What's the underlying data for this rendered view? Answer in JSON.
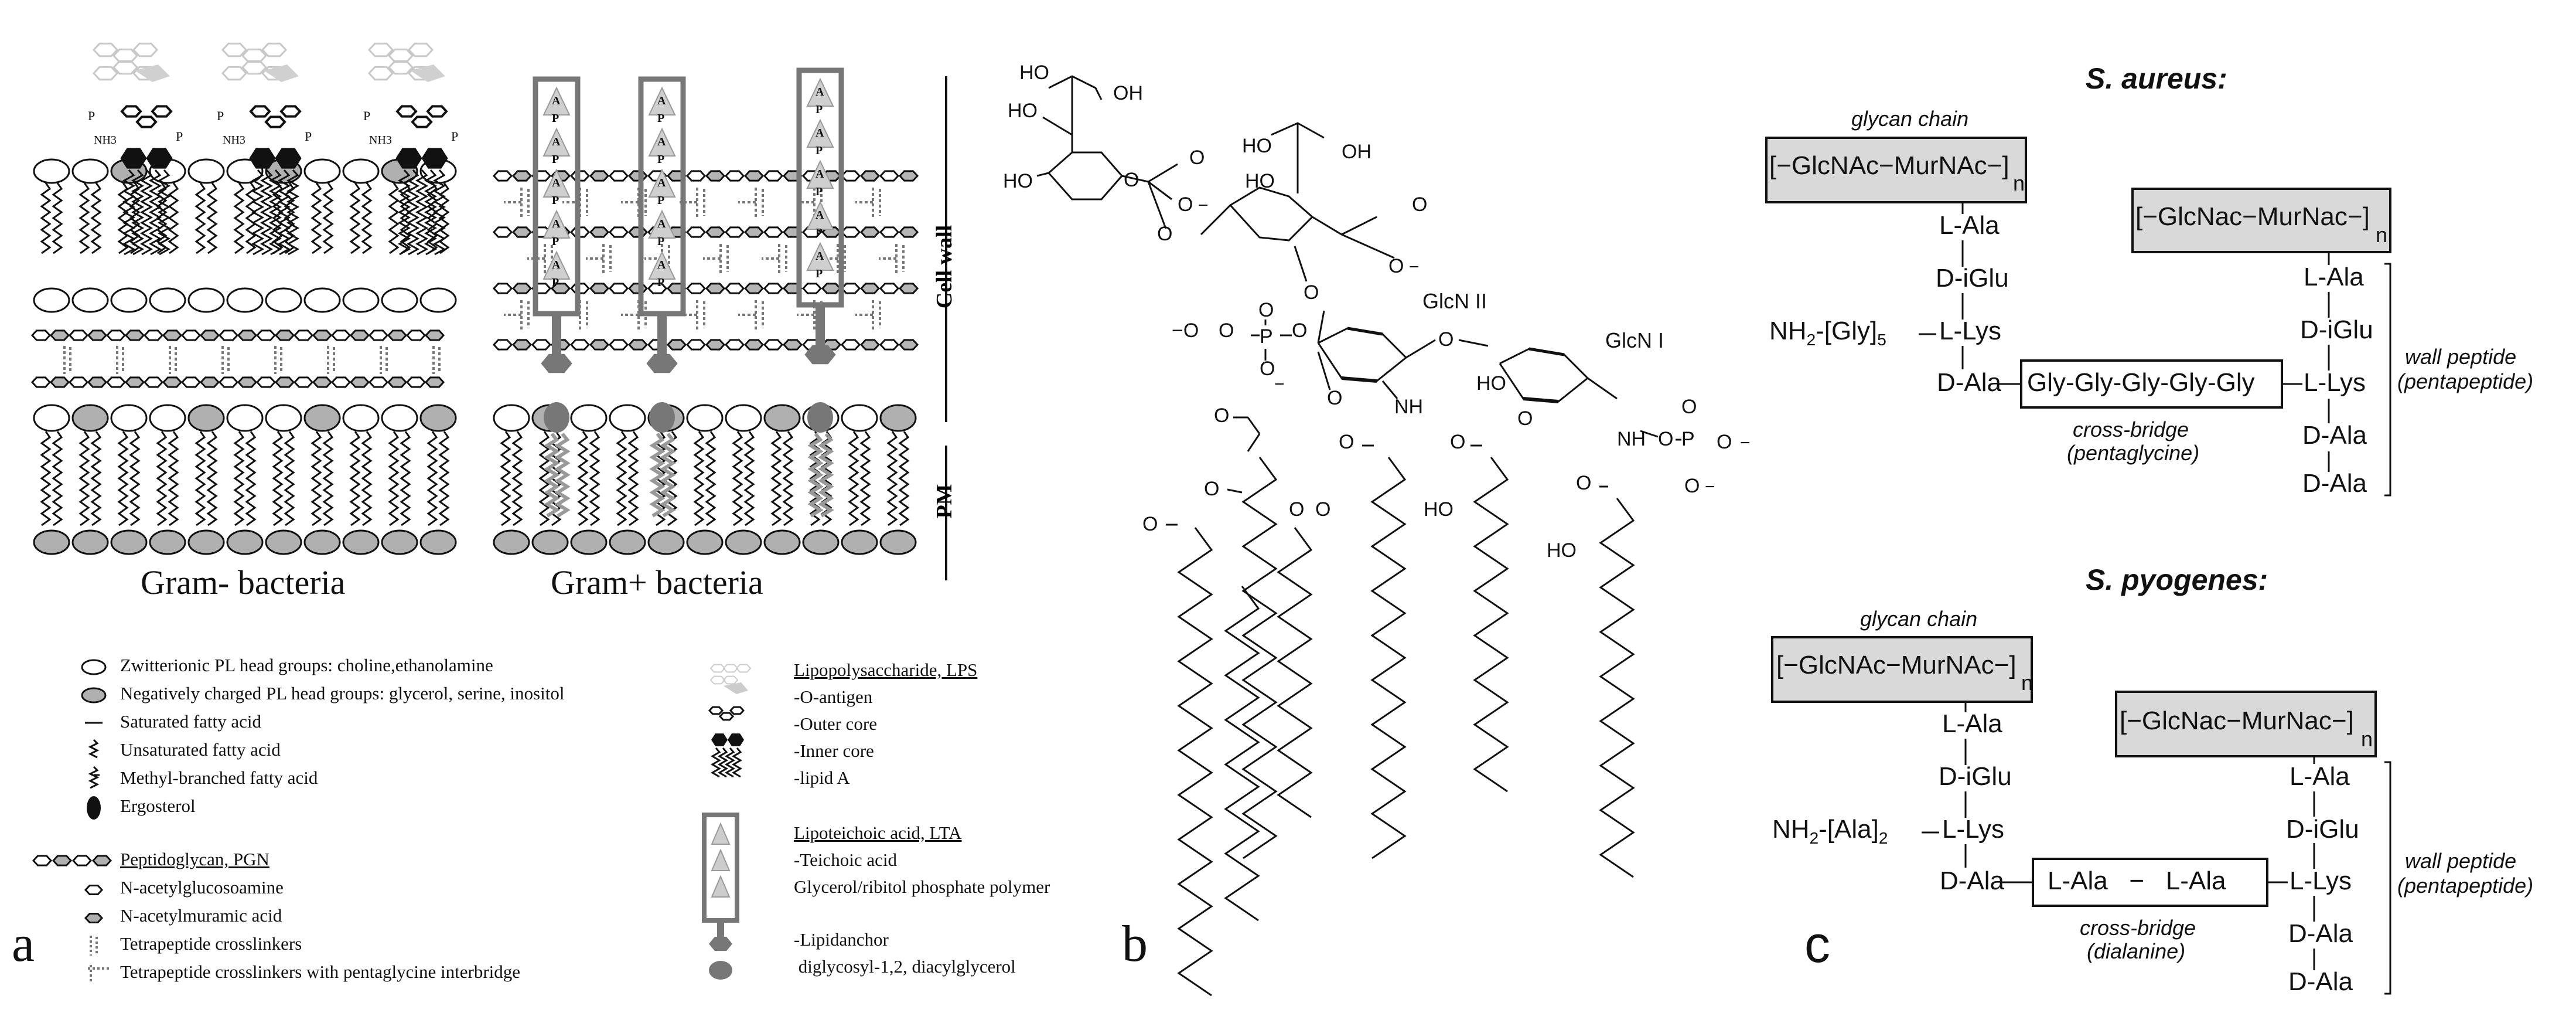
{
  "panel_a": {
    "letter": "a",
    "gram_negative_label": "Gram- bacteria",
    "gram_positive_label": "Gram+ bacteria",
    "cell_wall_label": "Cell wall",
    "pm_label": "PM",
    "head_labels": [
      "P",
      "P",
      "P",
      "NH3"
    ],
    "legend_left": [
      {
        "icon": "white-oval-icon",
        "text": "Zwitterionic PL head groups: choline,ethanolamine"
      },
      {
        "icon": "grey-oval-icon",
        "text": "Negatively charged PL head groups: glycerol, serine, inositol"
      },
      {
        "icon": "straight-chain-icon",
        "text": "Saturated fatty acid"
      },
      {
        "icon": "kinked-chain-icon",
        "text": "Unsaturated fatty acid"
      },
      {
        "icon": "branched-chain-icon",
        "text": "Methyl-branched fatty acid"
      },
      {
        "icon": "black-ellipse-icon",
        "text": "Ergosterol"
      }
    ],
    "legend_pgn": [
      {
        "icon": "hexagon-chain-icon",
        "text": "Peptidoglycan, PGN",
        "underline": true
      },
      {
        "icon": "white-hexagon-icon",
        "text": "N-acetylglucosoamine"
      },
      {
        "icon": "grey-hexagon-icon",
        "text": "N-acetylmuramic acid"
      },
      {
        "icon": "crosslinker-icon",
        "text": "Tetrapeptide crosslinkers"
      },
      {
        "icon": "interbridge-icon",
        "text": "Tetrapeptide crosslinkers with pentaglycine interbridge"
      }
    ],
    "legend_lps": {
      "title": "Lipopolysaccharide, LPS",
      "items": [
        "-O-antigen",
        "-Outer core",
        "-Inner core",
        "-lipid A"
      ]
    },
    "legend_lta": {
      "title": "Lipoteichoic acid, LTA",
      "items": [
        "-Teichoic acid",
        "Glycerol/ribitol phosphate polymer"
      ],
      "anchor_items": [
        "-Lipidanchor",
        " diglycosyl-1,2, diacylglycerol"
      ]
    },
    "lta_letters": [
      "A",
      "P",
      "A",
      "P"
    ]
  },
  "panel_b": {
    "letter": "b",
    "labels": {
      "glcn2": "GlcN II",
      "glcn1": "GlcN I",
      "nh": "NH",
      "ho": "HO",
      "oh": "OH",
      "o": "O",
      "p": "P",
      "minus": "−"
    }
  },
  "panel_c": {
    "letter": "c",
    "aureus": {
      "title": "S. aureus:",
      "glycan_label": "glycan chain",
      "chain1": "[−GlcNAc−MurNAc−]",
      "chain2": "[−GlcNac−MurNac−]",
      "n": "n",
      "left_stem": [
        "L-Ala",
        "D-iGlu",
        "L-Lys",
        "D-Ala"
      ],
      "right_stem": [
        "L-Ala",
        "D-iGlu",
        "L-Lys",
        "D-Ala",
        "D-Ala"
      ],
      "nh2_prefix": "NH",
      "nh2_sub": "2",
      "nh2_group": "-[Gly]",
      "nh2_count": "5",
      "bridge": "Gly-Gly-Gly-Gly-Gly",
      "bridge_label_1": "cross-bridge",
      "bridge_label_2": "(pentaglycine)",
      "wall_label_1": "wall peptide",
      "wall_label_2": "(pentapeptide)"
    },
    "pyogenes": {
      "title": "S. pyogenes:",
      "glycan_label": "glycan chain",
      "chain1": "[−GlcNAc−MurNAc−]",
      "chain2": "[−GlcNac−MurNac−]",
      "n": "n",
      "left_stem": [
        "L-Ala",
        "D-iGlu",
        "L-Lys",
        "D-Ala"
      ],
      "right_stem": [
        "L-Ala",
        "D-iGlu",
        "L-Lys",
        "D-Ala",
        "D-Ala"
      ],
      "nh2_prefix": "NH",
      "nh2_sub": "2",
      "nh2_group": "-[Ala]",
      "nh2_count": "2",
      "bridge": "L-Ala   −   L-Ala",
      "bridge_label_1": "cross-bridge",
      "bridge_label_2": "(dialanine)",
      "wall_label_1": "wall peptide",
      "wall_label_2": "(pentapeptide)"
    }
  }
}
